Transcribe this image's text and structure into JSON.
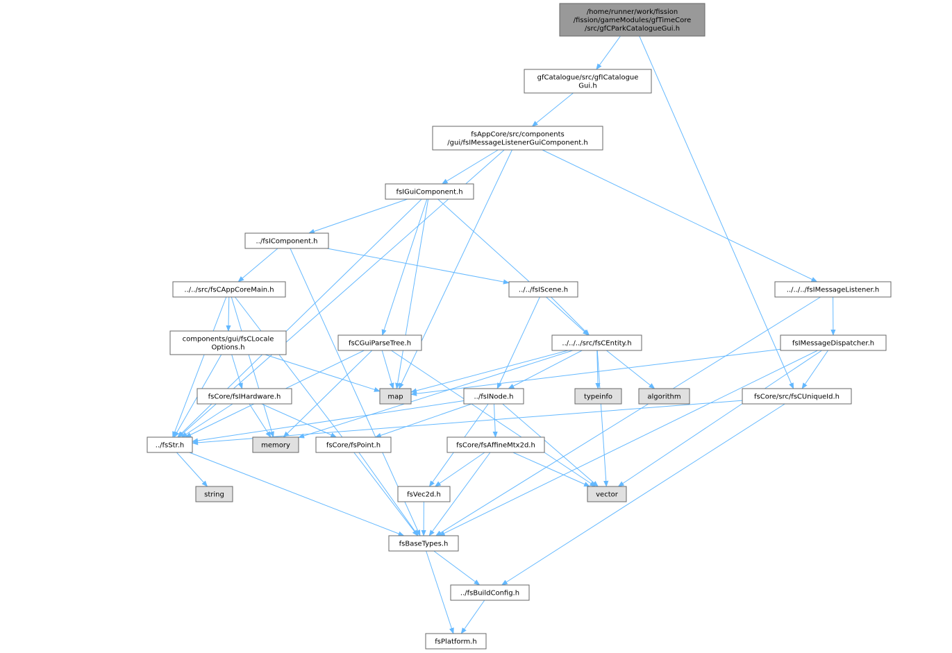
{
  "colors": {
    "edge": "#63b8ff",
    "node_fill": "#ffffff",
    "root_fill": "#999999",
    "system_fill": "#e0e0e0",
    "border": "#666666",
    "text": "#000000"
  },
  "nodes": {
    "root": {
      "lines": [
        "/home/runner/work/fission",
        "/fission/gameModules/gfTimeCore",
        "/src/gfCParkCatalogueGui.h"
      ],
      "kind": "root"
    },
    "gfcat": {
      "lines": [
        "gfCatalogue/src/gfICatalogue",
        "Gui.h"
      ],
      "kind": "file"
    },
    "msglgc": {
      "lines": [
        "fsAppCore/src/components",
        "/gui/fsIMessageListenerGuiComponent.h"
      ],
      "kind": "file"
    },
    "guicomp": {
      "lines": [
        "fsIGuiComponent.h"
      ],
      "kind": "file"
    },
    "icomp": {
      "lines": [
        "../fsIComponent.h"
      ],
      "kind": "file"
    },
    "appcore": {
      "lines": [
        "../../src/fsCAppCoreMain.h"
      ],
      "kind": "file"
    },
    "iscene": {
      "lines": [
        "../../fsIScene.h"
      ],
      "kind": "file"
    },
    "msglist": {
      "lines": [
        "../../../fsIMessageListener.h"
      ],
      "kind": "file"
    },
    "locale": {
      "lines": [
        "components/gui/fsCLocale",
        "Options.h"
      ],
      "kind": "file"
    },
    "parse": {
      "lines": [
        "fsCGuiParseTree.h"
      ],
      "kind": "file"
    },
    "entity": {
      "lines": [
        "../../../src/fsCEntity.h"
      ],
      "kind": "file"
    },
    "msgdisp": {
      "lines": [
        "fsIMessageDispatcher.h"
      ],
      "kind": "file"
    },
    "hardware": {
      "lines": [
        "fsCore/fsIHardware.h"
      ],
      "kind": "file"
    },
    "map": {
      "lines": [
        "map"
      ],
      "kind": "system"
    },
    "inode": {
      "lines": [
        "../fsINode.h"
      ],
      "kind": "file"
    },
    "typeinfo": {
      "lines": [
        "typeinfo"
      ],
      "kind": "system"
    },
    "algorithm": {
      "lines": [
        "algorithm"
      ],
      "kind": "system"
    },
    "uniqueid": {
      "lines": [
        "fsCore/src/fsCUniqueId.h"
      ],
      "kind": "file"
    },
    "fsstr": {
      "lines": [
        "../fsStr.h"
      ],
      "kind": "file"
    },
    "memory": {
      "lines": [
        "memory"
      ],
      "kind": "system"
    },
    "point": {
      "lines": [
        "fsCore/fsPoint.h"
      ],
      "kind": "file"
    },
    "affine": {
      "lines": [
        "fsCore/fsAffineMtx2d.h"
      ],
      "kind": "file"
    },
    "string": {
      "lines": [
        "string"
      ],
      "kind": "system"
    },
    "vec2d": {
      "lines": [
        "fsVec2d.h"
      ],
      "kind": "file"
    },
    "vector": {
      "lines": [
        "vector"
      ],
      "kind": "system"
    },
    "basetypes": {
      "lines": [
        "fsBaseTypes.h"
      ],
      "kind": "file"
    },
    "buildcfg": {
      "lines": [
        "../fsBuildConfig.h"
      ],
      "kind": "file"
    },
    "platform": {
      "lines": [
        "fsPlatform.h"
      ],
      "kind": "file"
    }
  },
  "edges": [
    [
      "root",
      "gfcat"
    ],
    [
      "root",
      "uniqueid"
    ],
    [
      "gfcat",
      "msglgc"
    ],
    [
      "msglgc",
      "guicomp"
    ],
    [
      "msglgc",
      "msglist"
    ],
    [
      "msglgc",
      "map"
    ],
    [
      "msglgc",
      "fsstr"
    ],
    [
      "guicomp",
      "icomp"
    ],
    [
      "guicomp",
      "parse"
    ],
    [
      "guicomp",
      "entity"
    ],
    [
      "guicomp",
      "map"
    ],
    [
      "guicomp",
      "fsstr"
    ],
    [
      "icomp",
      "appcore"
    ],
    [
      "icomp",
      "iscene"
    ],
    [
      "icomp",
      "basetypes"
    ],
    [
      "appcore",
      "locale"
    ],
    [
      "appcore",
      "memory"
    ],
    [
      "appcore",
      "fsstr"
    ],
    [
      "appcore",
      "basetypes"
    ],
    [
      "iscene",
      "entity"
    ],
    [
      "iscene",
      "inode"
    ],
    [
      "msglist",
      "msgdisp"
    ],
    [
      "msglist",
      "basetypes"
    ],
    [
      "locale",
      "hardware"
    ],
    [
      "locale",
      "map"
    ],
    [
      "locale",
      "fsstr"
    ],
    [
      "parse",
      "map"
    ],
    [
      "parse",
      "memory"
    ],
    [
      "parse",
      "vector"
    ],
    [
      "parse",
      "fsstr"
    ],
    [
      "entity",
      "map"
    ],
    [
      "entity",
      "inode"
    ],
    [
      "entity",
      "typeinfo"
    ],
    [
      "entity",
      "algorithm"
    ],
    [
      "entity",
      "vector"
    ],
    [
      "entity",
      "memory"
    ],
    [
      "msgdisp",
      "map"
    ],
    [
      "msgdisp",
      "uniqueid"
    ],
    [
      "msgdisp",
      "vector"
    ],
    [
      "msgdisp",
      "basetypes"
    ],
    [
      "hardware",
      "fsstr"
    ],
    [
      "hardware",
      "memory"
    ],
    [
      "hardware",
      "point"
    ],
    [
      "inode",
      "fsstr"
    ],
    [
      "inode",
      "point"
    ],
    [
      "inode",
      "affine"
    ],
    [
      "inode",
      "vec2d"
    ],
    [
      "inode",
      "vector"
    ],
    [
      "uniqueid",
      "fsstr"
    ],
    [
      "uniqueid",
      "buildcfg"
    ],
    [
      "fsstr",
      "string"
    ],
    [
      "fsstr",
      "basetypes"
    ],
    [
      "point",
      "basetypes"
    ],
    [
      "affine",
      "vec2d"
    ],
    [
      "affine",
      "vector"
    ],
    [
      "affine",
      "basetypes"
    ],
    [
      "vec2d",
      "basetypes"
    ],
    [
      "basetypes",
      "buildcfg"
    ],
    [
      "basetypes",
      "platform"
    ],
    [
      "buildcfg",
      "platform"
    ]
  ]
}
